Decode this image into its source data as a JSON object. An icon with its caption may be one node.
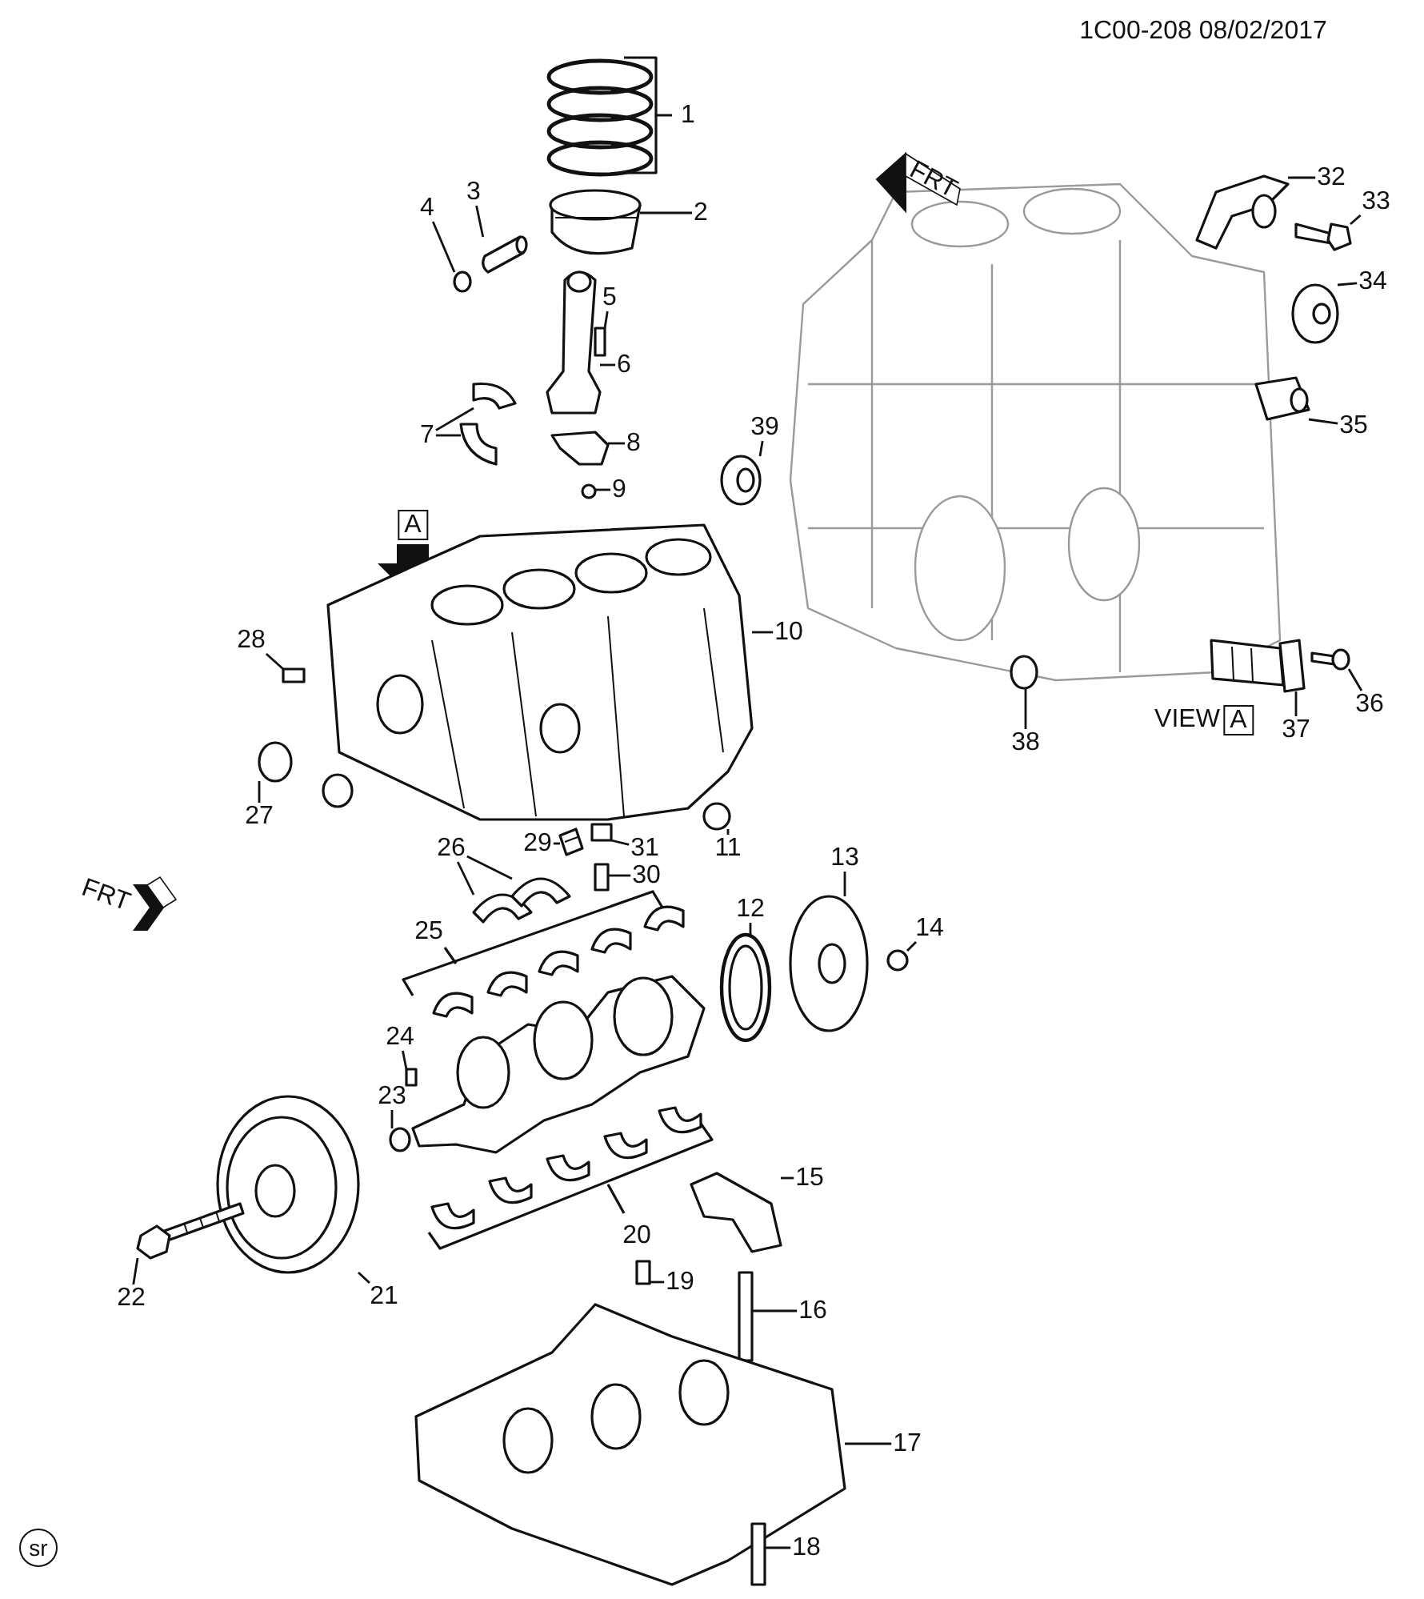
{
  "diagram": {
    "nodes": [
      {
        "text": [
          "1"
        ]
      },
      {
        "text": [
          "2"
        ]
      },
      {
        "text": [
          "3"
        ]
      },
      {
        "text": [
          "4"
        ]
      },
      {
        "text": [
          "5"
        ]
      },
      {
        "text": [
          "6"
        ]
      },
      {
        "text": [
          "7"
        ]
      },
      {
        "text": [
          "8"
        ]
      },
      {
        "text": [
          "9"
        ]
      },
      {
        "text": [
          "10"
        ]
      },
      {
        "text": [
          "11"
        ]
      },
      {
        "text": [
          "12"
        ]
      },
      {
        "text": [
          "13"
        ]
      },
      {
        "text": [
          "14"
        ]
      },
      {
        "text": [
          "15"
        ]
      },
      {
        "text": [
          "16"
        ]
      },
      {
        "text": [
          "17"
        ]
      },
      {
        "text": [
          "18"
        ]
      },
      {
        "text": [
          "19"
        ]
      },
      {
        "text": [
          "20"
        ]
      },
      {
        "text": [
          "21"
        ]
      },
      {
        "text": [
          "22"
        ]
      },
      {
        "text": [
          "23"
        ]
      },
      {
        "text": [
          "24"
        ]
      },
      {
        "text": [
          "25"
        ]
      },
      {
        "text": [
          "26"
        ]
      },
      {
        "text": [
          "27"
        ]
      },
      {
        "text": [
          "28"
        ]
      },
      {
        "text": [
          "29"
        ]
      },
      {
        "text": [
          "30"
        ]
      },
      {
        "text": [
          "31"
        ]
      },
      {
        "text": [
          "32"
        ]
      },
      {
        "text": [
          "33"
        ]
      },
      {
        "text": [
          "34"
        ]
      },
      {
        "text": [
          "35"
        ]
      },
      {
        "text": [
          "36"
        ]
      },
      {
        "text": [
          "37"
        ]
      },
      {
        "text": [
          "38"
        ]
      },
      {
        "text": [
          "39"
        ]
      },
      {
        "text": [],
        "shape": "picture"
      },
      {
        "text": [],
        "shape": "picture"
      },
      {
        "text": [],
        "shape": "circle"
      },
      {
        "text": [],
        "shape": "box"
      },
      {
        "text": [],
        "shape": "picture"
      },
      {
        "text": [],
        "shape": "picture"
      },
      {
        "text": [],
        "shape": "picture"
      },
      {
        "text": [],
        "shape": "picture"
      },
      {
        "text": [],
        "shape": "circle"
      },
      {
        "text": [],
        "shape": "picture"
      },
      {
        "text": [],
        "shape": "circle"
      },
      {
        "text": [],
        "shape": "picture"
      },
      {
        "text": [],
        "shape": "picture"
      },
      {
        "text": [],
        "shape": "circle"
      },
      {
        "text": [],
        "shape": "picture"
      },
      {
        "text": [],
        "shape": "box"
      },
      {
        "text": [],
        "shape": "picture"
      },
      {
        "text": [],
        "shape": "box"
      },
      {
        "text": [],
        "shape": "box"
      },
      {
        "text": [],
        "shape": "picture"
      },
      {
        "text": [],
        "shape": "picture"
      },
      {
        "text": [],
        "shape": "circle"
      },
      {
        "text": [],
        "shape": "box"
      },
      {
        "text": [],
        "shape": "picture"
      },
      {
        "text": [],
        "shape": "picture"
      },
      {
        "text": [],
        "shape": "circle"
      },
      {
        "text": [],
        "shape": "box"
      },
      {
        "text": [],
        "shape": "picture"
      },
      {
        "text": [],
        "shape": "box"
      },
      {
        "text": [],
        "shape": "box"
      },
      {
        "text": [],
        "shape": "picture"
      },
      {
        "text": [],
        "shape": "picture"
      },
      {
        "text": [],
        "shape": "picture"
      },
      {
        "text": [],
        "shape": "picture"
      },
      {
        "text": [],
        "shape": "picture"
      },
      {
        "text": [],
        "shape": "picture"
      },
      {
        "text": [],
        "shape": "circle"
      },
      {
        "text": [],
        "shape": "picture"
      }
    ],
    "edges": [
      {
        "from": 1,
        "to": 39,
        "arrow": "none"
      },
      {
        "from": 2,
        "to": 40,
        "arrow": "none"
      },
      {
        "from": 3,
        "to": 41,
        "arrow": "none"
      },
      {
        "from": 4,
        "to": 42,
        "arrow": "none"
      },
      {
        "from": 5,
        "to": 43,
        "arrow": "none"
      },
      {
        "from": 6,
        "to": 44,
        "arrow": "none"
      },
      {
        "from": 6,
        "to": 45,
        "arrow": "none"
      },
      {
        "from": 7,
        "to": 46,
        "arrow": "none"
      },
      {
        "from": 8,
        "to": 47,
        "arrow": "none"
      },
      {
        "from": 9,
        "to": 48,
        "arrow": "none"
      },
      {
        "from": 10,
        "to": 49,
        "arrow": "none"
      },
      {
        "from": 11,
        "to": 50,
        "arrow": "none"
      },
      {
        "from": 12,
        "to": 51,
        "arrow": "none"
      },
      {
        "from": 13,
        "to": 52,
        "arrow": "none"
      },
      {
        "from": 14,
        "to": 53,
        "arrow": "none"
      },
      {
        "from": 15,
        "to": 54,
        "arrow": "none"
      },
      {
        "from": 16,
        "to": 55,
        "arrow": "none"
      },
      {
        "from": 17,
        "to": 56,
        "arrow": "none"
      },
      {
        "from": 18,
        "to": 57,
        "arrow": "none"
      },
      {
        "from": 20,
        "to": 58,
        "arrow": "none"
      },
      {
        "from": 21,
        "to": 59,
        "arrow": "none"
      },
      {
        "from": 22,
        "to": 60,
        "arrow": "none"
      },
      {
        "from": 23,
        "to": 61,
        "arrow": "none"
      },
      {
        "from": 25,
        "to": 62,
        "arrow": "none"
      },
      {
        "from": 25,
        "to": 63,
        "arrow": "none"
      },
      {
        "from": 26,
        "to": 64,
        "arrow": "none"
      },
      {
        "from": 27,
        "to": 65,
        "arrow": "none"
      },
      {
        "from": 28,
        "to": 66,
        "arrow": "none"
      },
      {
        "from": 29,
        "to": 67,
        "arrow": "none"
      },
      {
        "from": 30,
        "to": 68,
        "arrow": "none"
      },
      {
        "from": 31,
        "to": 69,
        "arrow": "none"
      },
      {
        "from": 32,
        "to": 70,
        "arrow": "none"
      },
      {
        "from": 33,
        "to": 71,
        "arrow": "none"
      },
      {
        "from": 34,
        "to": 72,
        "arrow": "none"
      },
      {
        "from": 35,
        "to": 73,
        "arrow": "none"
      },
      {
        "from": 36,
        "to": 74,
        "arrow": "none"
      },
      {
        "from": 37,
        "to": 75,
        "arrow": "none"
      },
      {
        "from": 38,
        "to": 76,
        "arrow": "none"
      }
    ],
    "labels": [
      "1C00-208 08/02/2017",
      "FRT",
      "A",
      "VIEW",
      "A",
      "FRT",
      "sr"
    ]
  }
}
